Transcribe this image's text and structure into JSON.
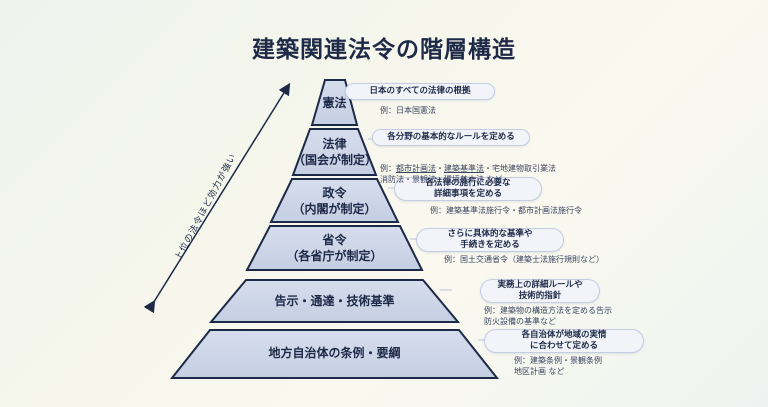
{
  "title": "建築関連法令の階層構造",
  "arrow_label": "上位の法令ほど効力が強い",
  "levels": [
    {
      "label": "憲法",
      "desc": "日本のすべての法律の根拠",
      "example": "例：日本国憲法"
    },
    {
      "label": "法律\n（国会が制定）",
      "desc": "各分野の基本的なルールを定める",
      "example_prefix": "例：",
      "example_u1": "都市計画法",
      "example_sep": "・",
      "example_u2": "建築基準法",
      "example_rest": "・宅地建物取引業法\n消防法・景観法・環境基本法 など"
    },
    {
      "label": "政令\n（内閣が制定）",
      "desc": "各法律の施行に必要な\n詳細事項を定める",
      "example": "例：建築基準法施行令・都市計画法施行令"
    },
    {
      "label": "省令\n（各省庁が制定）",
      "desc": "さらに具体的な基準や\n手続きを定める",
      "example": "例：国土交通省令（建築士法施行規則など）"
    },
    {
      "label": "告示・通達・技術基準",
      "desc": "実務上の詳細ルールや\n技術的指針",
      "example": "例：建築物の構造方法を定める告示\n防火設備の基準など"
    },
    {
      "label": "地方自治体の条例・要綱",
      "desc": "各自治体が地域の実情\nに合わせて定める",
      "example": "例：建築条例・景観条例\n地区計画 など"
    }
  ]
}
